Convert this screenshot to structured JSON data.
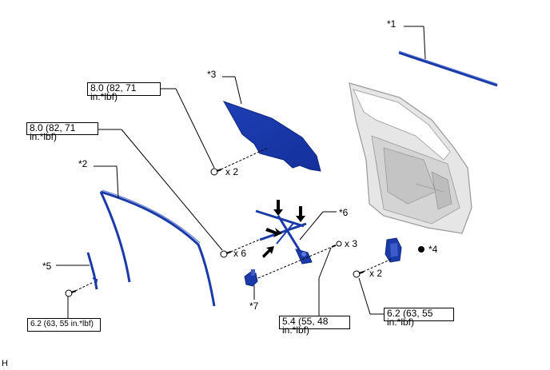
{
  "callouts": {
    "c1": "*1",
    "c2": "*2",
    "c3": "*3",
    "c4": "*4",
    "c5": "*5",
    "c6": "*6",
    "c7": "*7"
  },
  "quantities": {
    "q_glass_bolts": "x 2",
    "q_regulator_bolts": "x 6",
    "q_motor_bolts": "x 3",
    "q_bracket_bolts": "x 2"
  },
  "torques": {
    "t_glass": "8.0 (82, 71\nin.*lbf)",
    "t_regulator": "8.0 (82, 71\nin.*lbf)",
    "t_channel": "6.2 (63, 55 in.*lbf)",
    "t_motor": "5.4 (55, 48\nin.*lbf)",
    "t_bracket": "6.2 (63, 55\nin.*lbf)"
  },
  "legend": {
    "dot_symbol": "●"
  },
  "corner_mark": "H",
  "colors": {
    "part_blue": "#1a3aa8",
    "part_blue_light": "#3d5cc8",
    "door_gray": "#b8b8b8",
    "arrow": "#000000"
  }
}
